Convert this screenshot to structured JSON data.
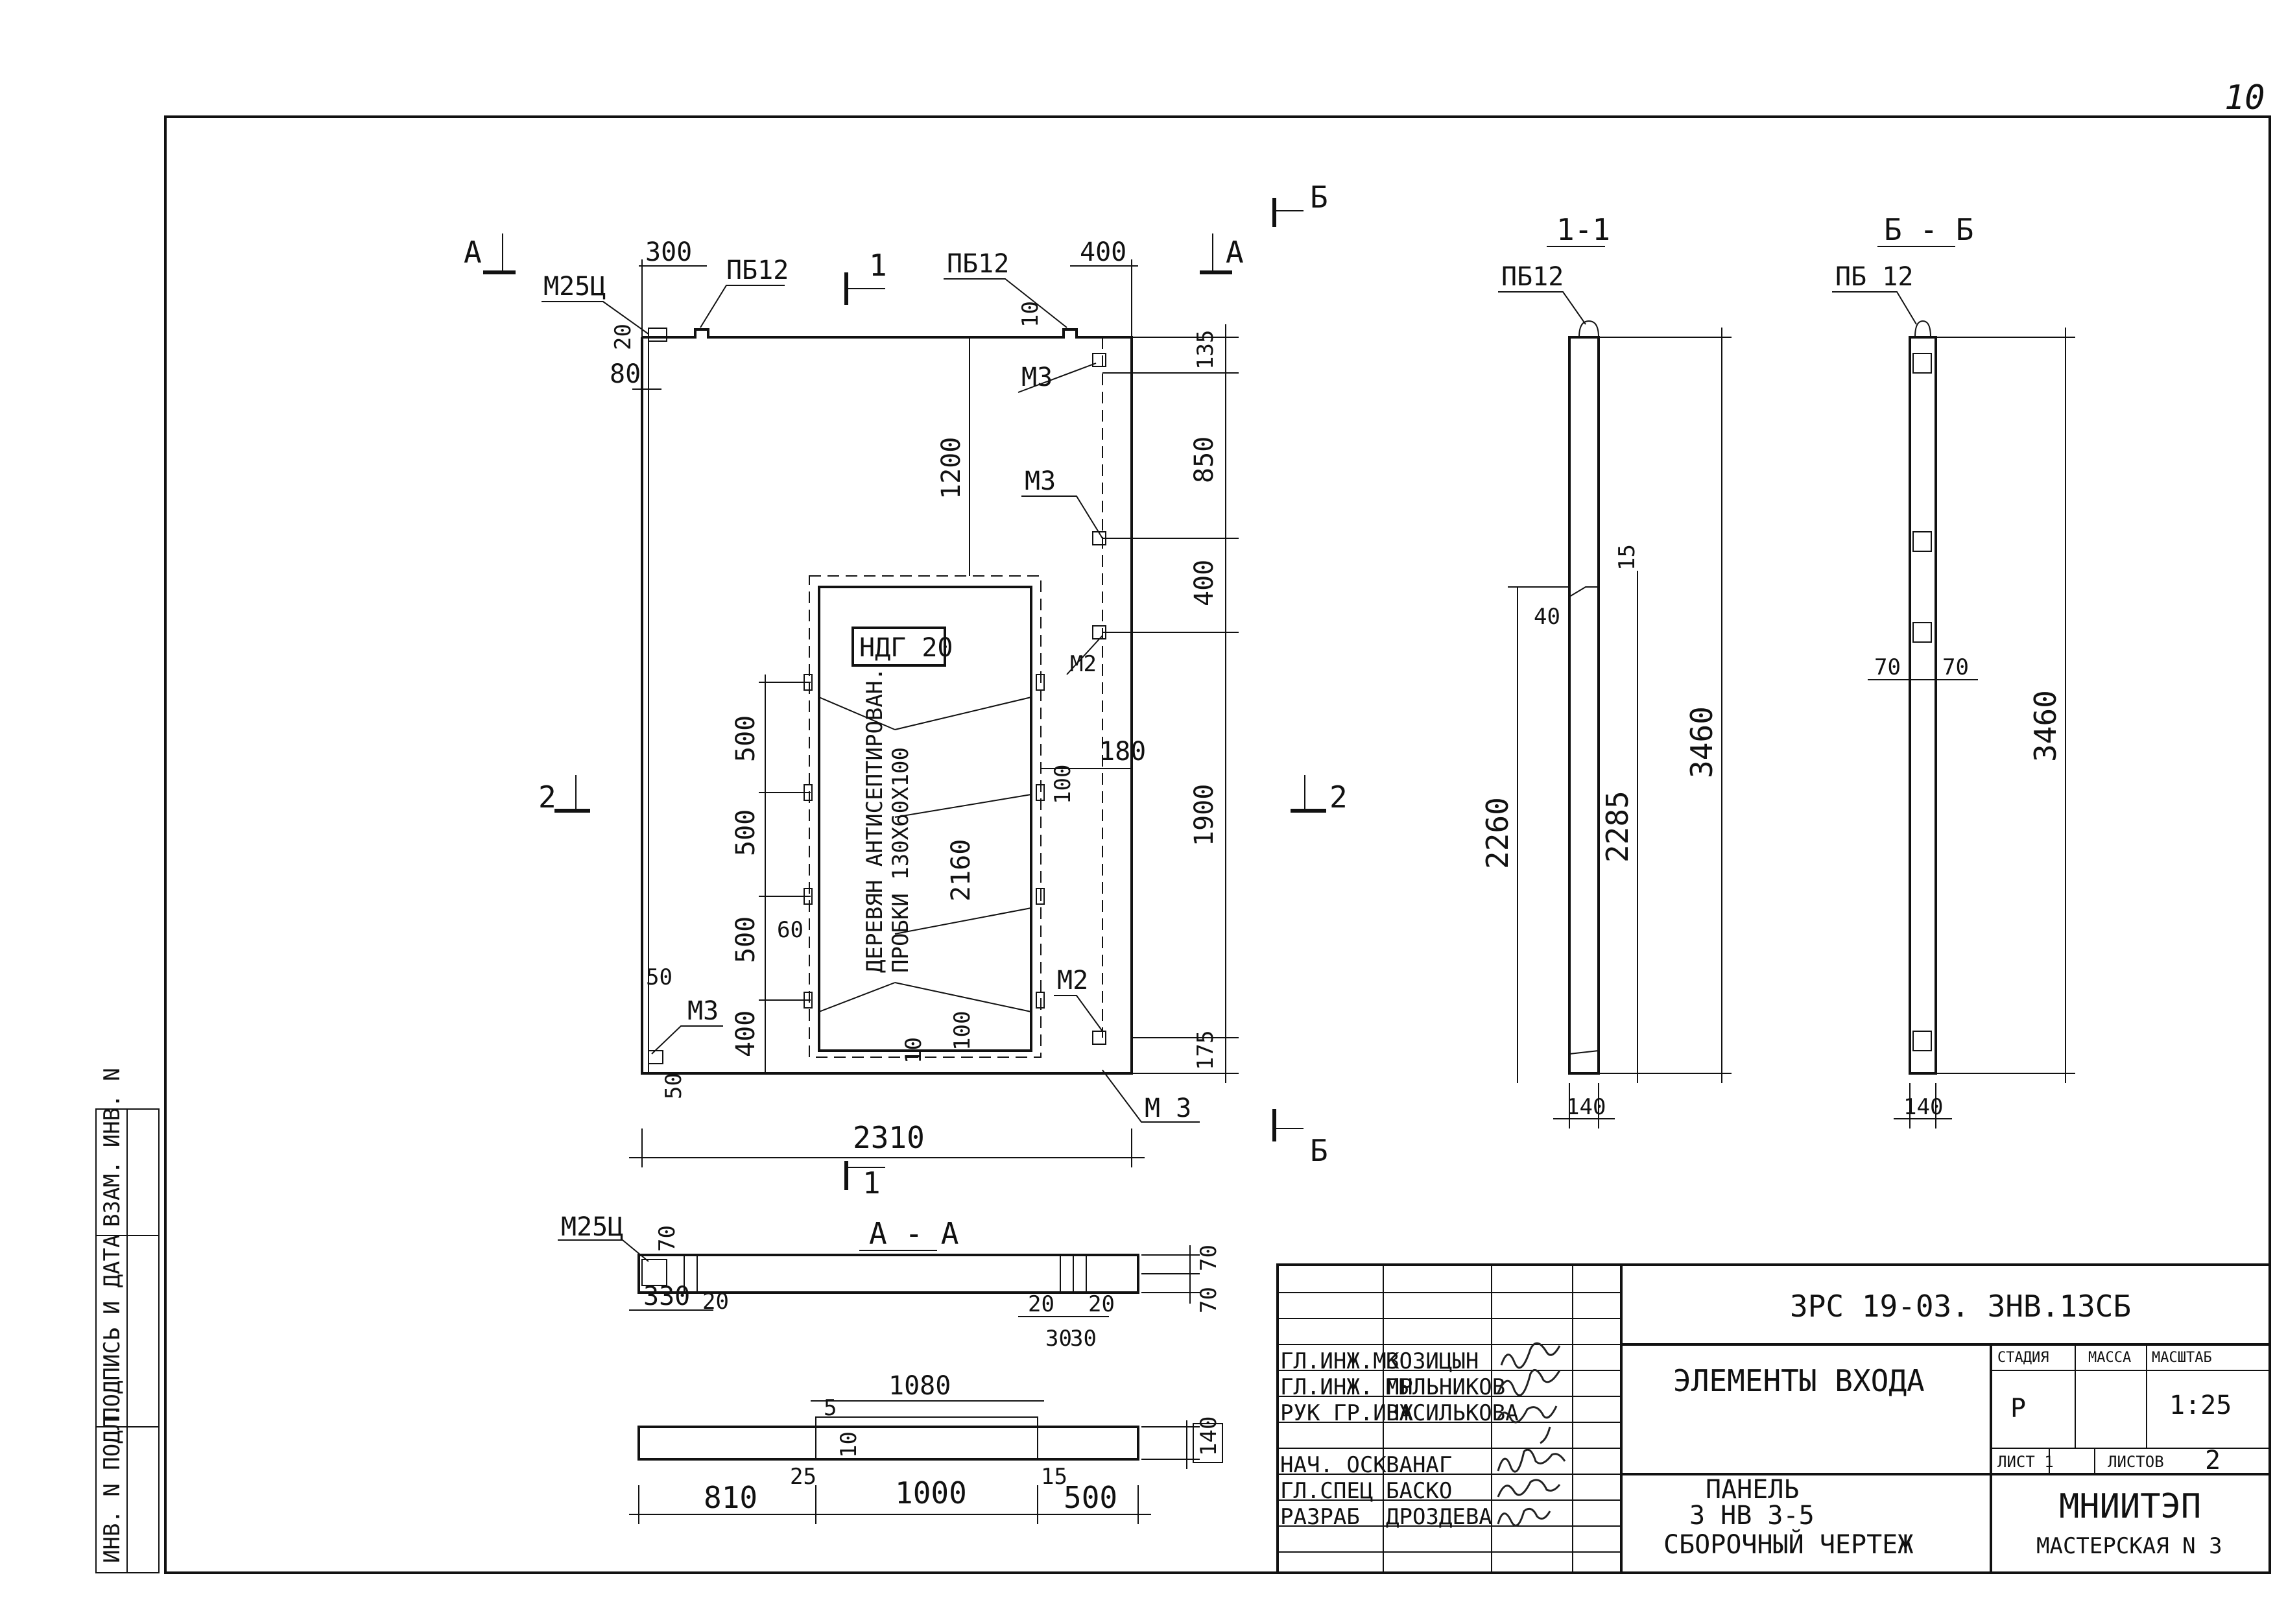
{
  "sheet_number": "10",
  "main_view": {
    "section_marks": {
      "a_left": "А",
      "a_right": "А",
      "one_top": "1",
      "one_bottom": "1",
      "two_left": "2",
      "two_right": "2",
      "b_top": "Б",
      "b_bottom": "Б"
    },
    "labels": {
      "pb12_left": "ПБ12",
      "pb12_right": "ПБ12",
      "m25c": "М25Ц",
      "m3_a": "М3",
      "m3_b": "М3",
      "m3_c": "М3",
      "m3_d": "М 3",
      "m2_a": "М2",
      "m2_b": "М2",
      "door": "НДГ 20",
      "plugs_line1": "ДЕРЕВЯН АНТИСЕПТИРОВАН.",
      "plugs_line2": "ПРОБКИ 130X60X100"
    },
    "dims": {
      "d300": "300",
      "d400_top": "400",
      "d20": "20",
      "d80": "80",
      "d10_top": "10",
      "d135": "135",
      "d850": "850",
      "d400_r": "400",
      "d1900": "1900",
      "d175": "175",
      "d1200": "1200",
      "d180": "180",
      "d100_r": "100",
      "d500_a": "500",
      "d500_b": "500",
      "d500_c": "500",
      "d400_l": "400",
      "d60": "60",
      "d2160": "2160",
      "d10_b": "10",
      "d100_b": "100",
      "d50_a": "50",
      "d50_b": "50",
      "d2310": "2310"
    }
  },
  "section_aa": {
    "title": "А - А",
    "m25c": "М25Ц",
    "d70_left": "70",
    "d330": "330",
    "d20_a": "20",
    "d20_b": "20",
    "d20_c": "20",
    "d30_a": "30",
    "d30_b": "30",
    "d70_r1": "70",
    "d70_r2": "70"
  },
  "plan": {
    "d1080": "1080",
    "d5": "5",
    "d10": "10",
    "d25": "25",
    "d15": "15",
    "d140": "140",
    "d810": "810",
    "d1000": "1000",
    "d500": "500"
  },
  "section_11": {
    "title": "1-1",
    "pb12": "ПБ12",
    "d40": "40",
    "d15": "15",
    "d2260": "2260",
    "d2285": "2285",
    "d3460": "3460",
    "d140": "140"
  },
  "section_bb": {
    "title": "Б - Б",
    "pb12": "ПБ 12",
    "d70_l": "70",
    "d70_r": "70",
    "d3460": "3460",
    "d140": "140"
  },
  "side_stamp": {
    "inv_podl": "ИНВ. N ПОДЛ.",
    "signature_date": "ПОДПИСЬ И ДАТА",
    "vzam_inv": "ВЗАМ. ИНВ. N"
  },
  "title_block": {
    "code": "3РС 19-03. 3НВ.13СБ",
    "title": "ЭЛЕМЕНТЫ    ВХОДА",
    "stage_label": "СТАДИЯ",
    "mass_label": "МАССА",
    "scale_label": "МАСШТАБ",
    "stage_value": "Р",
    "scale_value": "1:25",
    "sheet_label": "ЛИСТ 1",
    "sheets_label": "ЛИСТОВ",
    "sheets_value": "2",
    "drawing_name_1": "ПАНЕЛЬ",
    "drawing_name_2": "3 НВ 3-5",
    "drawing_name_3": "СБОРОЧНЫЙ  ЧЕРТЕЖ",
    "org": "МНИИТЭП",
    "workshop": "МАСТЕРСКАЯ N 3",
    "rows": [
      {
        "role": "ГЛ.ИНЖ.МЗ",
        "name": "КОЗИЦЫН"
      },
      {
        "role": "ГЛ.ИНЖ. ПР",
        "name": "МЫЛЬНИКОВ"
      },
      {
        "role": "РУК ГР.ИНЖ",
        "name": "ВАСИЛЬКОВА"
      },
      {
        "role": "НАЧ. ОСК",
        "name": "ВАНАГ"
      },
      {
        "role": "ГЛ.СПЕЦ",
        "name": "БАСКО"
      },
      {
        "role": "РАЗРАБ",
        "name": "ДРОЗДЕВА"
      }
    ]
  }
}
